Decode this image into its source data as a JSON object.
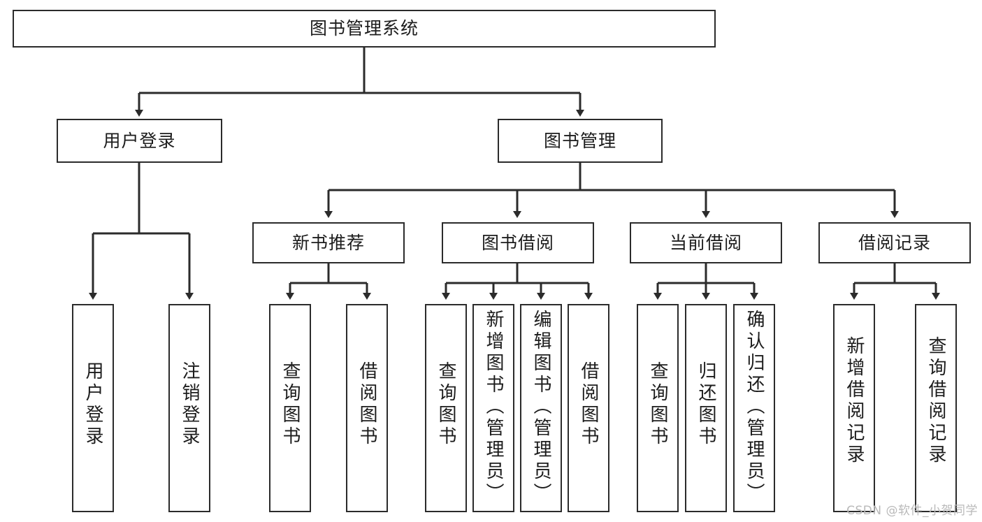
{
  "diagram": {
    "title": "图书管理系统",
    "type": "tree-hierarchy-diagram",
    "colors": {
      "box_border": "#2b2b2b",
      "box_fill": "#ffffff",
      "connector": "#2b2b2b",
      "text": "#1c1c1c",
      "watermark": "#b9b9b9",
      "background": "#ffffff"
    },
    "root": {
      "label": "图书管理系统"
    },
    "level2": [
      {
        "id": "user-login",
        "label": "用户登录"
      },
      {
        "id": "book-management",
        "label": "图书管理"
      }
    ],
    "level3": [
      {
        "id": "new-book-recommend",
        "label": "新书推荐"
      },
      {
        "id": "book-borrow",
        "label": "图书借阅"
      },
      {
        "id": "current-borrow",
        "label": "当前借阅"
      },
      {
        "id": "borrow-record",
        "label": "借阅记录"
      }
    ],
    "leaves": {
      "user-login": [
        {
          "id": "leaf-user-login",
          "label": "用户登录"
        },
        {
          "id": "leaf-logout-login",
          "label": "注销登录"
        }
      ],
      "new-book-recommend": [
        {
          "id": "leaf-query-book-1",
          "label": "查询图书"
        },
        {
          "id": "leaf-borrow-book-1",
          "label": "借阅图书"
        }
      ],
      "book-borrow": [
        {
          "id": "leaf-query-book-2",
          "label": "查询图书"
        },
        {
          "id": "leaf-add-book-admin",
          "label": "新增图书（管理员）"
        },
        {
          "id": "leaf-edit-book-admin",
          "label": "编辑图书（管理员）"
        },
        {
          "id": "leaf-borrow-book-2",
          "label": "借阅图书"
        }
      ],
      "current-borrow": [
        {
          "id": "leaf-query-book-3",
          "label": "查询图书"
        },
        {
          "id": "leaf-return-book",
          "label": "归还图书"
        },
        {
          "id": "leaf-confirm-return-admin",
          "label": "确认归还（管理员）"
        }
      ],
      "borrow-record": [
        {
          "id": "leaf-add-borrow-record",
          "label": "新增借阅记录"
        },
        {
          "id": "leaf-query-borrow-record",
          "label": "查询借阅记录"
        }
      ]
    },
    "watermark": "CSDN @软件_小贺同学"
  }
}
